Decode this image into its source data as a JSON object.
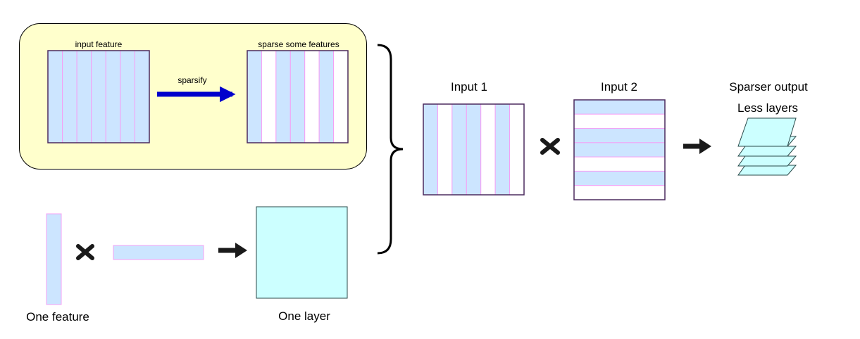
{
  "labels": {
    "input_feature": "input feature",
    "sparsify": "sparsify",
    "sparse_some_features": "sparse some features",
    "input1": "Input 1",
    "input2": "Input 2",
    "sparser_output": "Sparser output",
    "less_layers": "Less layers",
    "one_feature": "One feature",
    "one_layer": "One layer"
  },
  "colors": {
    "panel_fill": "#ffffcc",
    "column_fill": "#cce5ff",
    "column_divider": "#f5a0f5",
    "grid_border": "#4b2a5e",
    "layer_fill": "#ccffff",
    "arrow_blue": "#0000cc",
    "arrow_dark": "#1a1a1a"
  },
  "input_feature_columns": [
    1,
    1,
    1,
    1,
    1,
    1,
    1
  ],
  "sparse_columns": [
    1,
    0,
    1,
    1,
    0,
    1,
    0
  ],
  "input2_rows": [
    1,
    0,
    1,
    1,
    0,
    1,
    0
  ]
}
